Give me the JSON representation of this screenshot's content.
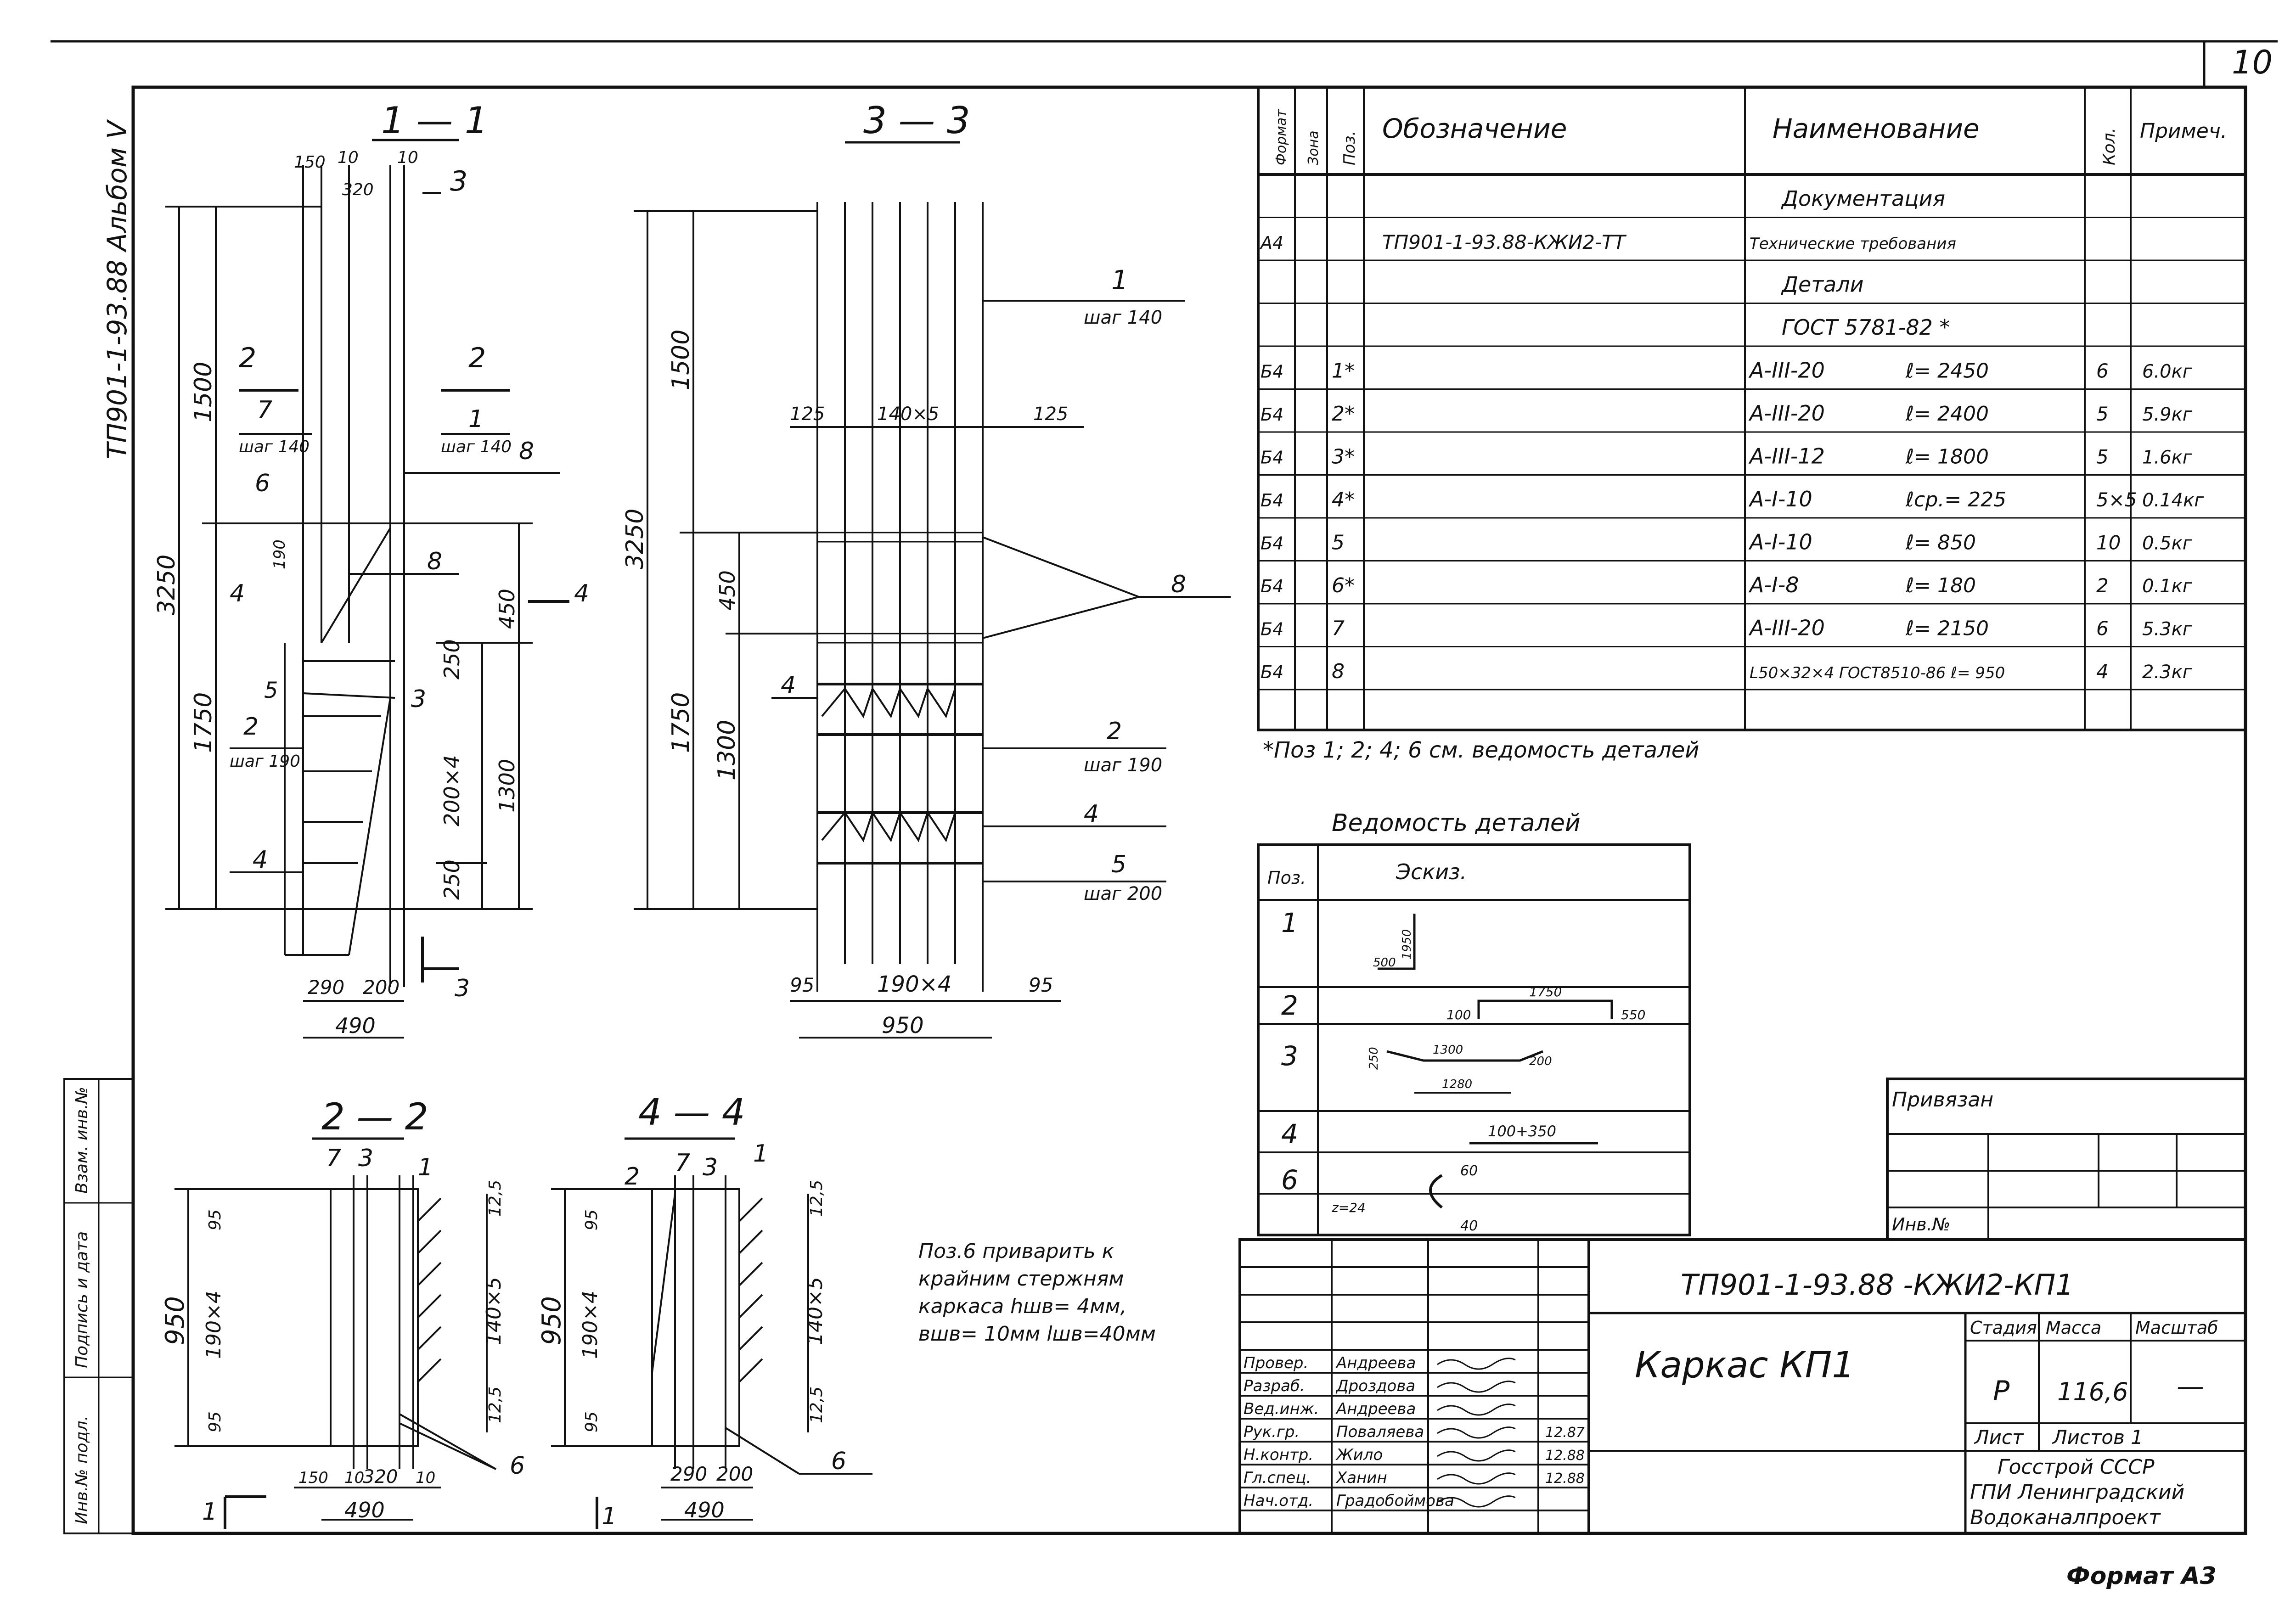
{
  "sheet": {
    "number": "10",
    "side_label": "ТП901-1-93.88   Альбом V",
    "format": "Формат А3"
  },
  "sections": {
    "s11": {
      "title": "1 — 1",
      "dims": [
        "150",
        "10",
        "10",
        "320",
        "3250",
        "1500",
        "1750",
        "190",
        "450",
        "250",
        "200×4",
        "1300",
        "250",
        "290",
        "200",
        "490"
      ],
      "labels": [
        "3",
        "2",
        "2",
        "7",
        "шаг 140",
        "1",
        "шаг 140",
        "8",
        "6",
        "8",
        "4",
        "4",
        "5",
        "3",
        "2",
        "шаг 190",
        "4",
        "3"
      ]
    },
    "s33": {
      "title": "3 — 3",
      "dims": [
        "3250",
        "1500",
        "125",
        "140×5",
        "125",
        "1750",
        "450",
        "1300",
        "95",
        "190×4",
        "95",
        "950"
      ],
      "labels": [
        "1",
        "шаг 140",
        "8",
        "4",
        "2",
        "шаг 190",
        "4",
        "5",
        "шаг 200"
      ]
    },
    "s22": {
      "title": "2 — 2",
      "dims": [
        "950",
        "95",
        "190×4",
        "95",
        "12,5",
        "140×5",
        "12,5",
        "150",
        "10",
        "320",
        "10",
        "490"
      ],
      "labels": [
        "7",
        "3",
        "1",
        "6",
        "1",
        "1"
      ]
    },
    "s44": {
      "title": "4 — 4",
      "dims": [
        "950",
        "95",
        "190×4",
        "95",
        "12,5",
        "140×5",
        "12,5",
        "290",
        "200",
        "490"
      ],
      "labels": [
        "2",
        "7",
        "3",
        "1",
        "6"
      ]
    }
  },
  "weld_note": [
    "Поз.6 приварить к",
    "крайним стержням",
    "каркаса  hшв= 4мм,",
    "вшв= 10мм  lшв=40мм"
  ],
  "spec": {
    "headers": [
      "Формат",
      "Зона",
      "Поз.",
      "Обозначение",
      "Наименование",
      "Кол.",
      "Примеч."
    ],
    "rows": [
      {
        "fmt": "",
        "pos": "",
        "des": "",
        "name": "Документация",
        "qty": "",
        "note": ""
      },
      {
        "fmt": "А4",
        "pos": "",
        "des": "ТП901-1-93.88-КЖИ2-ТТ",
        "name": "Технические требования",
        "qty": "",
        "note": ""
      },
      {
        "fmt": "",
        "pos": "",
        "des": "",
        "name": "Детали",
        "qty": "",
        "note": ""
      },
      {
        "fmt": "",
        "pos": "",
        "des": "",
        "name": "ГОСТ 5781-82 *",
        "qty": "",
        "note": ""
      },
      {
        "fmt": "Б4",
        "pos": "1*",
        "des": "",
        "name": "А-III-20",
        "len": "ℓ= 2450",
        "qty": "6",
        "note": "6.0кг"
      },
      {
        "fmt": "Б4",
        "pos": "2*",
        "des": "",
        "name": "А-III-20",
        "len": "ℓ= 2400",
        "qty": "5",
        "note": "5.9кг"
      },
      {
        "fmt": "Б4",
        "pos": "3*",
        "des": "",
        "name": "А-III-12",
        "len": "ℓ= 1800",
        "qty": "5",
        "note": "1.6кг"
      },
      {
        "fmt": "Б4",
        "pos": "4*",
        "des": "",
        "name": "А-I-10",
        "len": "ℓср.= 225",
        "qty": "5×5",
        "note": "0.14кг"
      },
      {
        "fmt": "Б4",
        "pos": "5",
        "des": "",
        "name": "А-I-10",
        "len": "ℓ= 850",
        "qty": "10",
        "note": "0.5кг"
      },
      {
        "fmt": "Б4",
        "pos": "6*",
        "des": "",
        "name": "А-I-8",
        "len": "ℓ= 180",
        "qty": "2",
        "note": "0.1кг"
      },
      {
        "fmt": "Б4",
        "pos": "7",
        "des": "",
        "name": "А-III-20",
        "len": "ℓ= 2150",
        "qty": "6",
        "note": "5.3кг"
      },
      {
        "fmt": "Б4",
        "pos": "8",
        "des": "",
        "name": "L50×32×4 ГОСТ8510-86 ℓ= 950",
        "len": "",
        "qty": "4",
        "note": "2.3кг"
      }
    ],
    "footnote": "*Поз  1; 2; 4; 6  см. ведомость деталей"
  },
  "details": {
    "title": "Ведомость деталей",
    "headers": [
      "Поз.",
      "Эскиз."
    ],
    "rows": [
      {
        "pos": "1",
        "sketch": [
          "500",
          "1950"
        ]
      },
      {
        "pos": "2",
        "sketch": [
          "100",
          "1750",
          "550"
        ]
      },
      {
        "pos": "3",
        "sketch": [
          "250",
          "1300",
          "200",
          "1280"
        ]
      },
      {
        "pos": "4",
        "sketch": [
          "100+350"
        ]
      },
      {
        "pos": "6",
        "sketch": [
          "60",
          "z=24",
          "40"
        ]
      }
    ]
  },
  "privyazan": {
    "label": "Привязан",
    "inv": "Инв.№"
  },
  "title_block": {
    "code": "ТП901-1-93.88   -КЖИ2-КП1",
    "name": "Каркас КП1",
    "stage_h": "Стадия",
    "mass_h": "Масса",
    "scale_h": "Масштаб",
    "stage": "Р",
    "mass": "116,6",
    "scale": "—",
    "sheet_h": "Лист",
    "sheets_h": "Листов 1",
    "org": [
      "Госстрой СССР",
      "ГПИ Ленинградский",
      "Водоканалпроект"
    ],
    "people": [
      {
        "role": "Провер.",
        "name": "Андреева",
        "date": ""
      },
      {
        "role": "Разраб.",
        "name": "Дроздова",
        "date": ""
      },
      {
        "role": "Вед.инж.",
        "name": "Андреева",
        "date": ""
      },
      {
        "role": "Рук.гр.",
        "name": "Поваляева",
        "date": "12.87"
      },
      {
        "role": "Н.контр.",
        "name": "Жило",
        "date": "12.88"
      },
      {
        "role": "Гл.спец.",
        "name": "Ханин",
        "date": "12.88"
      },
      {
        "role": "Нач.отд.",
        "name": "Градобоймова",
        "date": ""
      }
    ]
  },
  "left_stamp": [
    "Инв.№ подл.",
    "Подпись и дата",
    "Взам. инв.№"
  ]
}
